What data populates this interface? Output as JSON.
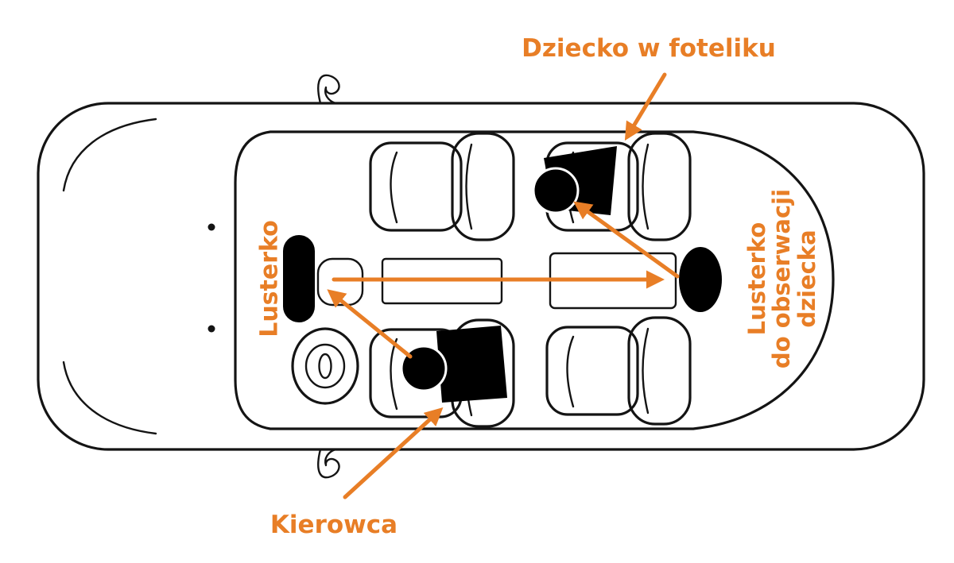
{
  "labels": {
    "child_in_seat": "Dziecko w foteliku",
    "rearview_mirror": "Lusterko",
    "observation_mirror_lines": [
      "Lusterko",
      "do obserwacji",
      "dziecka"
    ],
    "driver": "Kierowca"
  },
  "colors": {
    "accent": "#E87E26",
    "outline": "#141414",
    "silhouette": "#000000",
    "background": "#FFFFFF"
  }
}
